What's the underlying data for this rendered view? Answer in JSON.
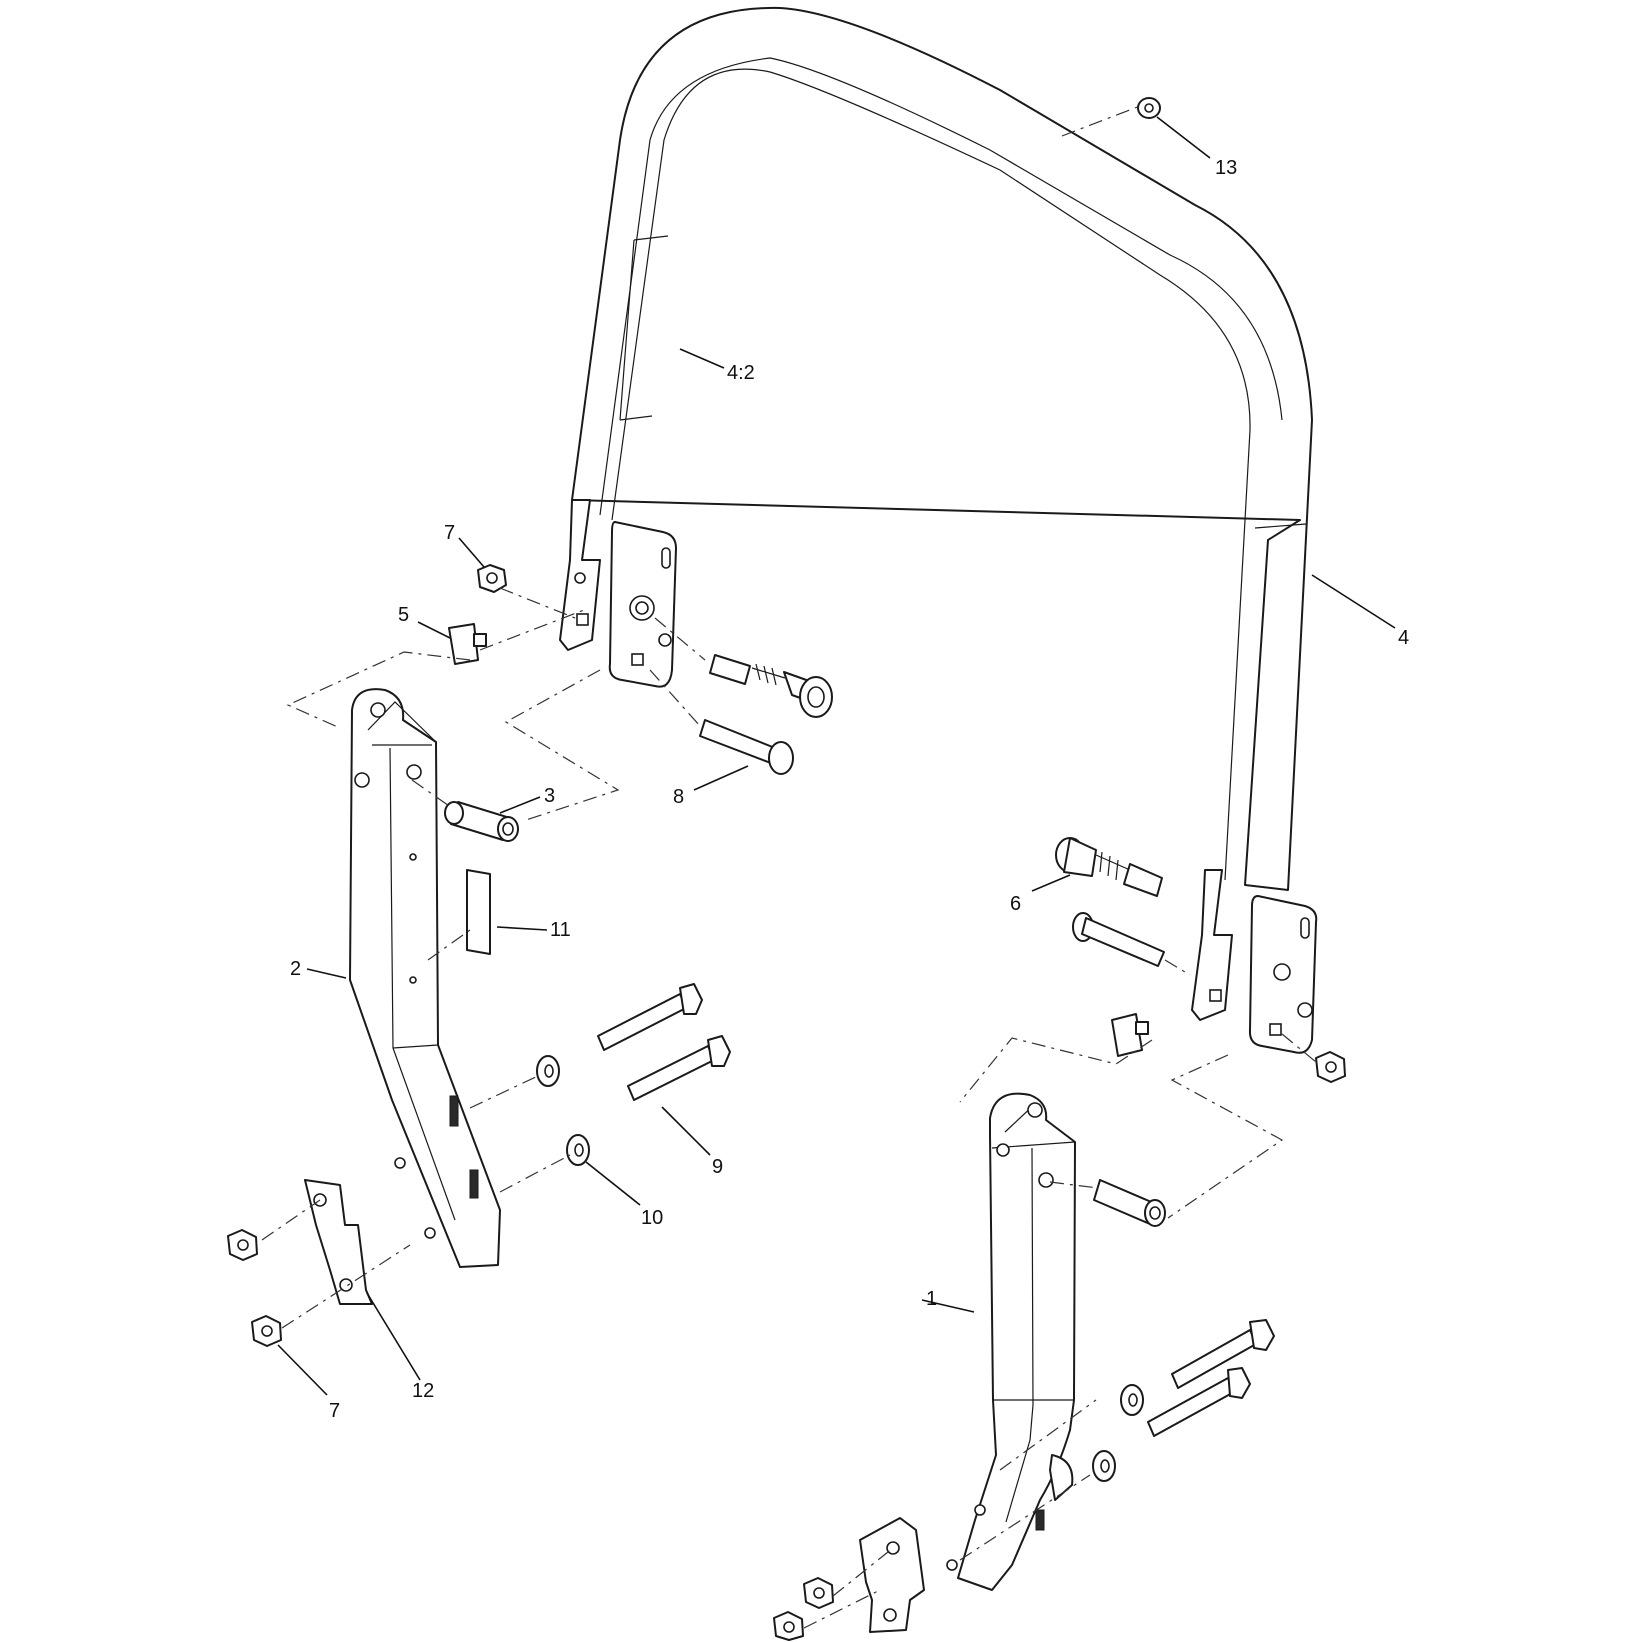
{
  "callouts": [
    {
      "id": "c1",
      "text": "1"
    },
    {
      "id": "c2",
      "text": "2"
    },
    {
      "id": "c3",
      "text": "3"
    },
    {
      "id": "c4",
      "text": "4"
    },
    {
      "id": "c42",
      "text": "4:2"
    },
    {
      "id": "c5",
      "text": "5"
    },
    {
      "id": "c6",
      "text": "6"
    },
    {
      "id": "c7a",
      "text": "7"
    },
    {
      "id": "c7b",
      "text": "7"
    },
    {
      "id": "c8",
      "text": "8"
    },
    {
      "id": "c9",
      "text": "9"
    },
    {
      "id": "c10",
      "text": "10"
    },
    {
      "id": "c11",
      "text": "11"
    },
    {
      "id": "c12",
      "text": "12"
    },
    {
      "id": "c13",
      "text": "13"
    }
  ]
}
